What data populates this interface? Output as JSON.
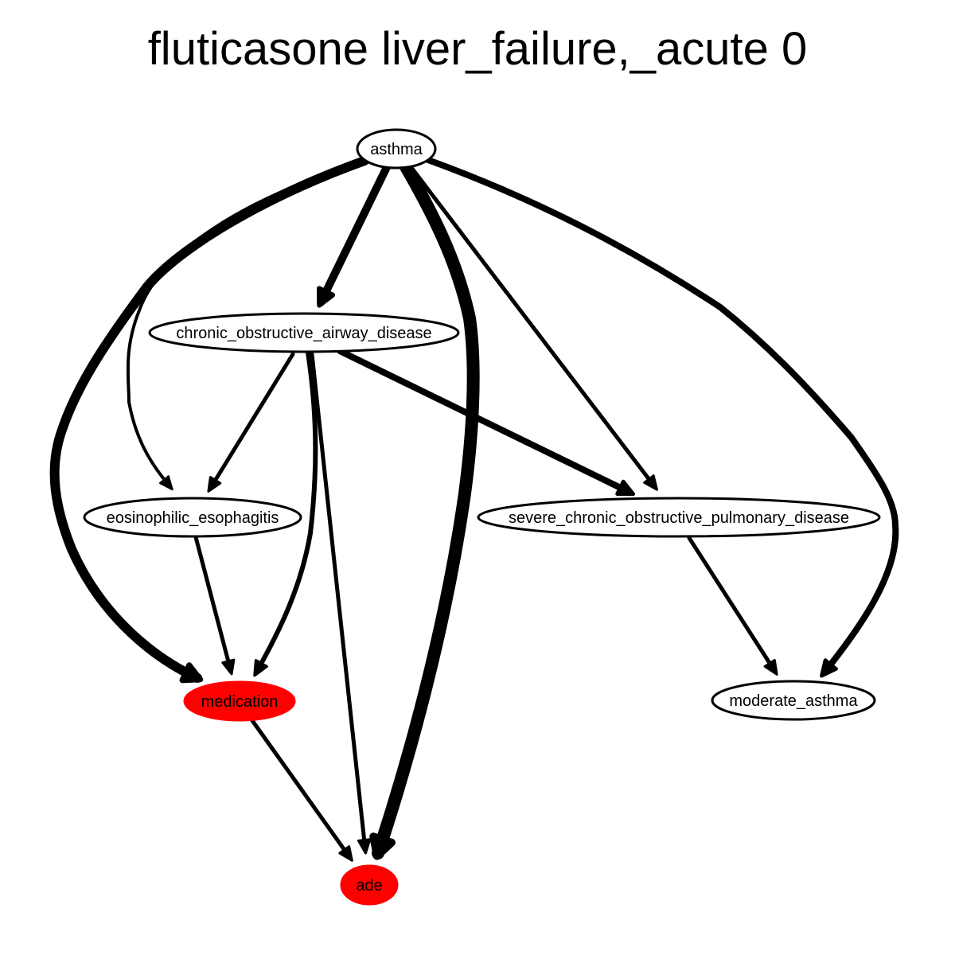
{
  "title": "fluticasone liver_failure,_acute 0",
  "colors": {
    "highlight": "#ff0000",
    "edge": "#000000",
    "node_fill": "#ffffff",
    "node_stroke": "#000000"
  },
  "nodes": [
    {
      "id": "asthma",
      "label": "asthma",
      "highlighted": false
    },
    {
      "id": "chronic_obstructive_airway_disease",
      "label": "chronic_obstructive_airway_disease",
      "highlighted": false
    },
    {
      "id": "eosinophilic_esophagitis",
      "label": "eosinophilic_esophagitis",
      "highlighted": false
    },
    {
      "id": "severe_chronic_obstructive_pulmonary_disease",
      "label": "severe_chronic_obstructive_pulmonary_disease",
      "highlighted": false
    },
    {
      "id": "medication",
      "label": "medication",
      "highlighted": true
    },
    {
      "id": "moderate_asthma",
      "label": "moderate_asthma",
      "highlighted": false
    },
    {
      "id": "ade",
      "label": "ade",
      "highlighted": true
    }
  ],
  "edges": [
    {
      "source": "asthma",
      "target": "medication",
      "weight": 12
    },
    {
      "source": "asthma",
      "target": "eosinophilic_esophagitis",
      "weight": 4
    },
    {
      "source": "asthma",
      "target": "chronic_obstructive_airway_disease",
      "weight": 10
    },
    {
      "source": "asthma",
      "target": "ade",
      "weight": 16
    },
    {
      "source": "asthma",
      "target": "severe_chronic_obstructive_pulmonary_disease",
      "weight": 5
    },
    {
      "source": "asthma",
      "target": "moderate_asthma",
      "weight": 8
    },
    {
      "source": "chronic_obstructive_airway_disease",
      "target": "eosinophilic_esophagitis",
      "weight": 5
    },
    {
      "source": "chronic_obstructive_airway_disease",
      "target": "medication",
      "weight": 6
    },
    {
      "source": "chronic_obstructive_airway_disease",
      "target": "ade",
      "weight": 5
    },
    {
      "source": "chronic_obstructive_airway_disease",
      "target": "severe_chronic_obstructive_pulmonary_disease",
      "weight": 8
    },
    {
      "source": "eosinophilic_esophagitis",
      "target": "medication",
      "weight": 5
    },
    {
      "source": "severe_chronic_obstructive_pulmonary_disease",
      "target": "moderate_asthma",
      "weight": 5
    },
    {
      "source": "medication",
      "target": "ade",
      "weight": 5
    }
  ]
}
